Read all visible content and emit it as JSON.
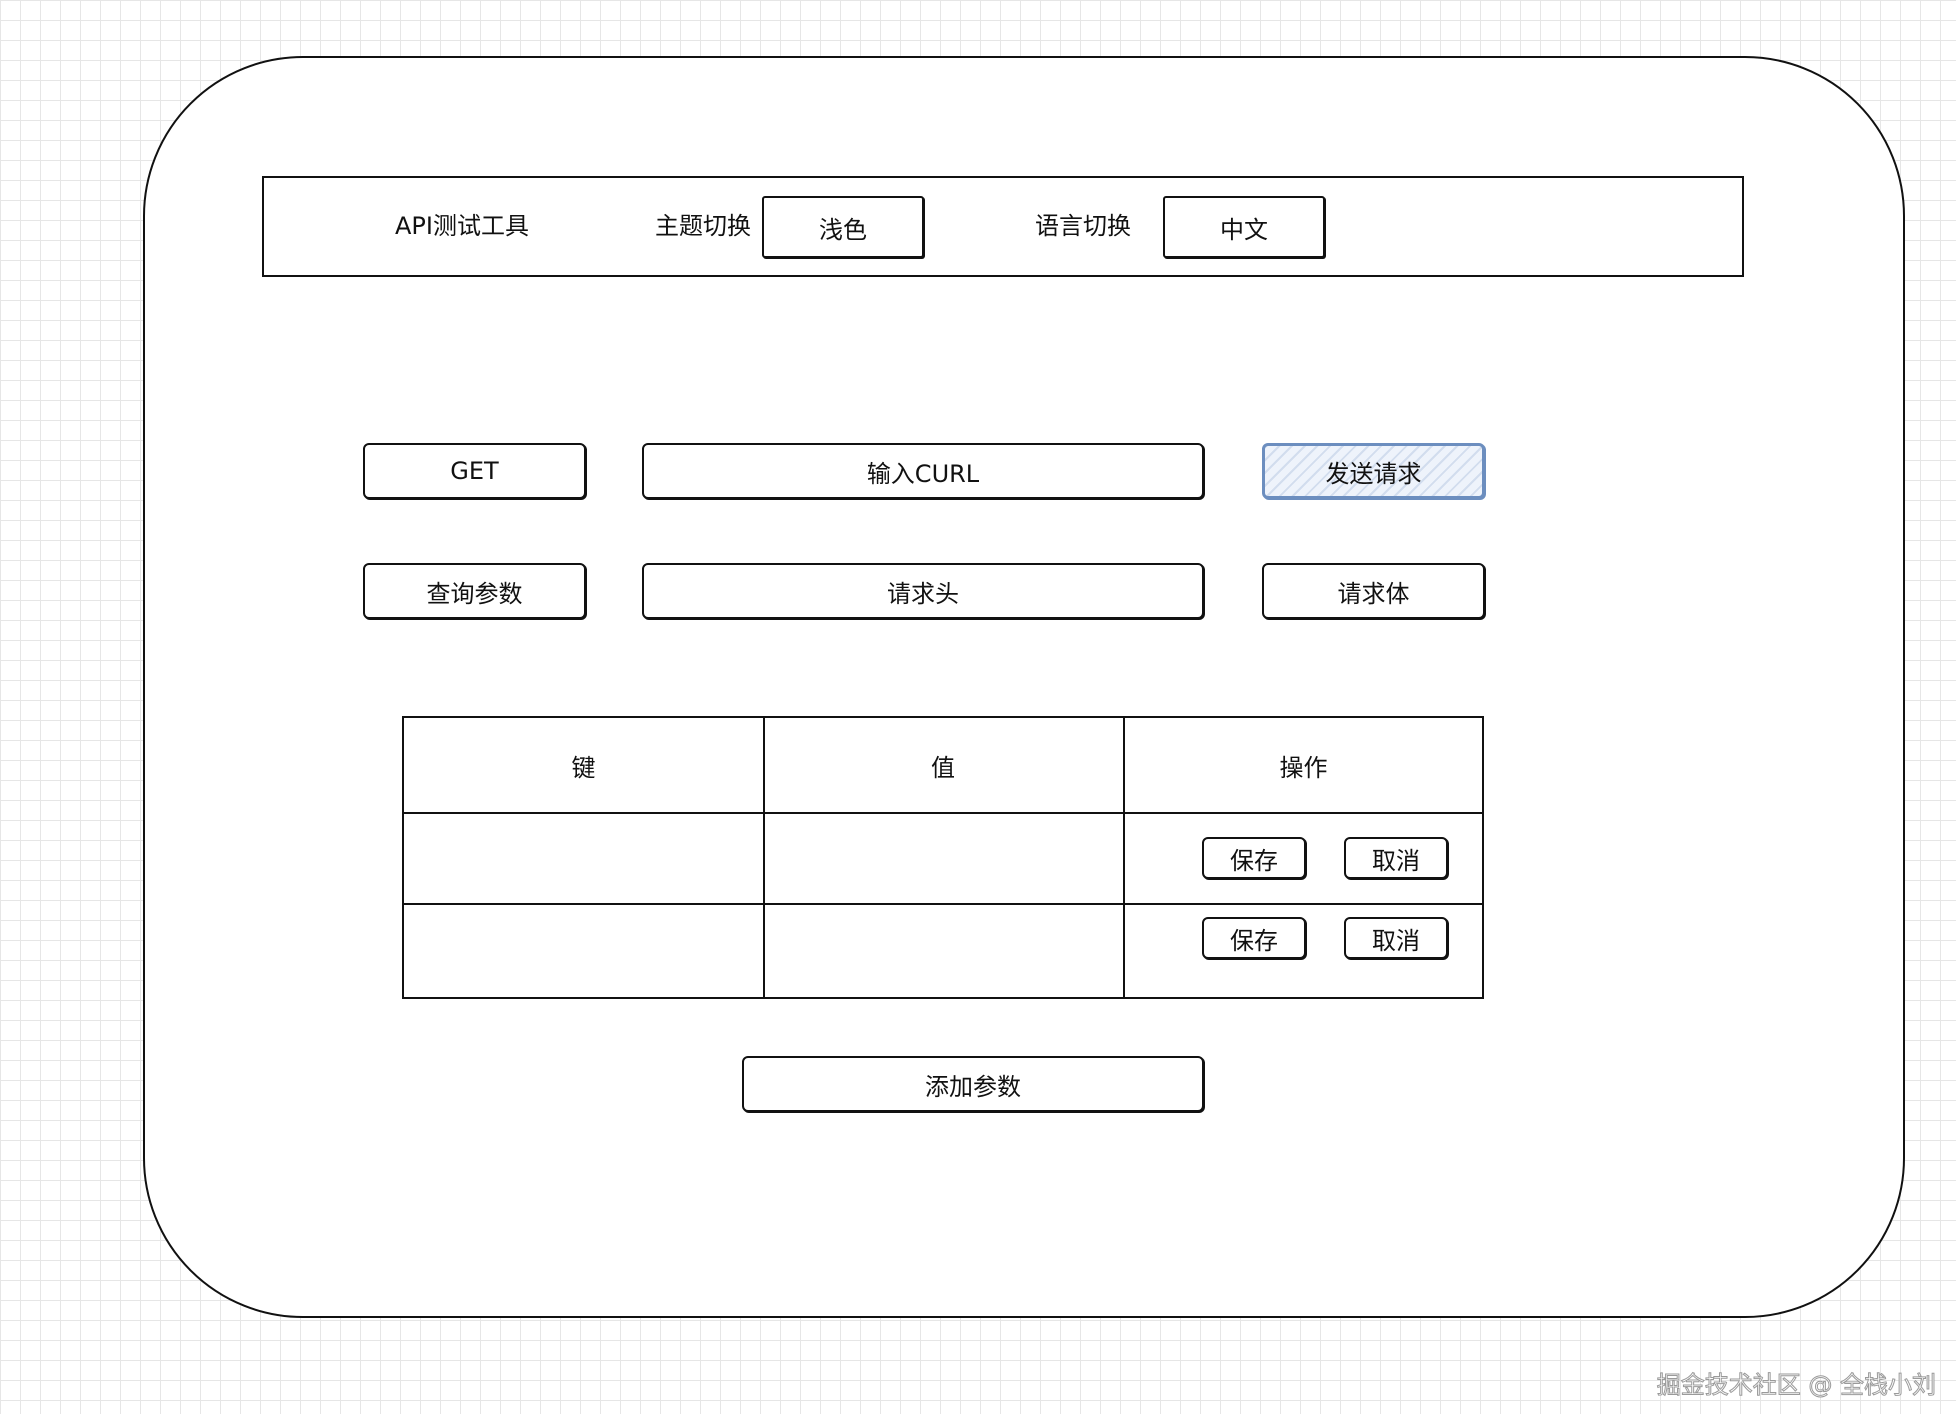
{
  "header": {
    "app_title": "API测试工具",
    "theme_label": "主题切换",
    "theme_value": "浅色",
    "language_label": "语言切换",
    "language_value": "中文"
  },
  "request": {
    "method": "GET",
    "curl_input": "输入CURL",
    "send_button": "发送请求"
  },
  "tabs": [
    {
      "label": "查询参数"
    },
    {
      "label": "请求头"
    },
    {
      "label": "请求体"
    }
  ],
  "table": {
    "columns": [
      "键",
      "值",
      "操作"
    ],
    "rows": [
      {
        "key": "",
        "value": "",
        "save_label": "保存",
        "cancel_label": "取消"
      },
      {
        "key": "",
        "value": "",
        "save_label": "保存",
        "cancel_label": "取消"
      }
    ]
  },
  "add_param_button": "添加参数",
  "watermark": "掘金技术社区 @ 全栈小刘",
  "colors": {
    "primary_border": "#6c8ebf",
    "stroke": "#111111",
    "grid": "#e6e6e6"
  }
}
